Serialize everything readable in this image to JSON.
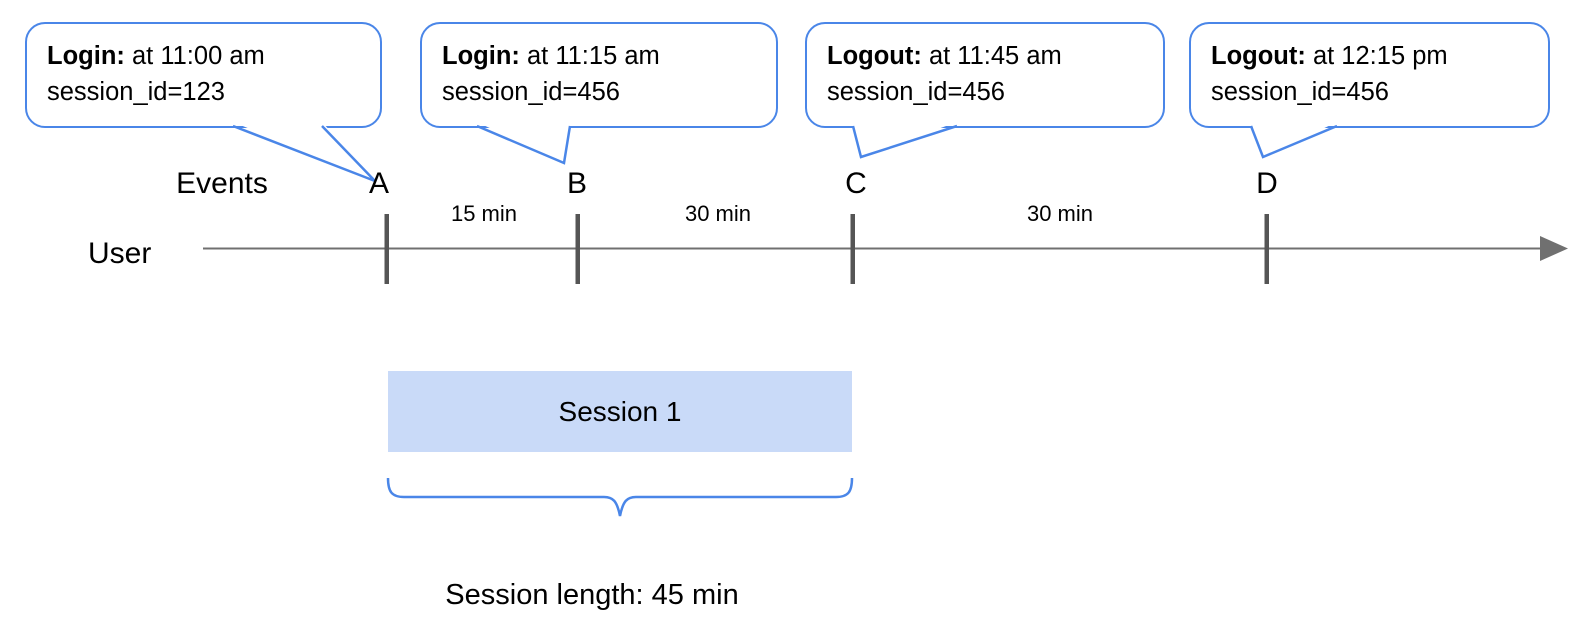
{
  "colors": {
    "accent_blue": "#4a86e8",
    "session_fill": "#c9daf8",
    "line_gray": "#707070",
    "tick_gray": "#555555",
    "text_black": "#000000"
  },
  "callouts": [
    {
      "event": "Login:",
      "time": " at 11:00 am",
      "session": "session_id=123"
    },
    {
      "event": "Login:",
      "time": " at 11:15 am",
      "session": "session_id=456"
    },
    {
      "event": "Logout:",
      "time": " at 11:45 am",
      "session": "session_id=456"
    },
    {
      "event": "Logout:",
      "time": " at 12:15 pm",
      "session": "session_id=456"
    }
  ],
  "timeline": {
    "events_label": "Events",
    "user_label": "User",
    "markers": [
      "A",
      "B",
      "C",
      "D"
    ],
    "intervals": [
      "15 min",
      "30 min",
      "30 min"
    ]
  },
  "session": {
    "label": "Session 1",
    "length_label": "Session length: 45 min"
  }
}
